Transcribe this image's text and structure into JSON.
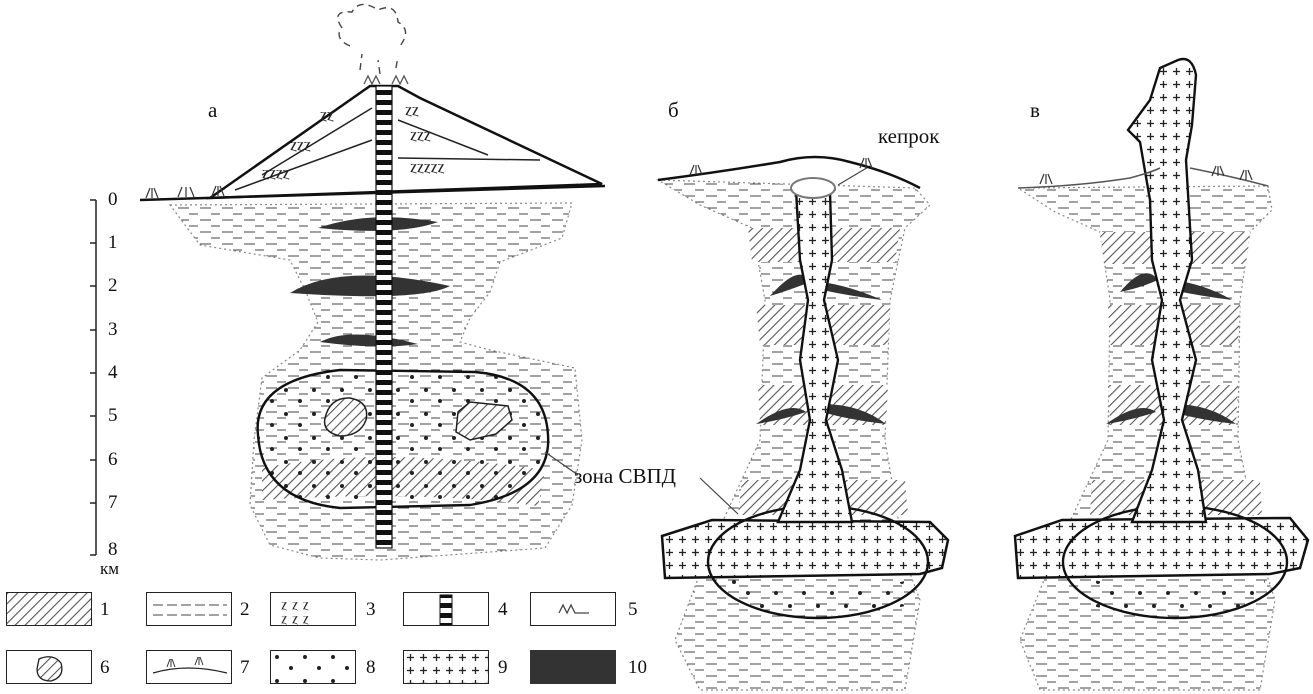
{
  "panels": {
    "a": "а",
    "b": "б",
    "v": "в"
  },
  "annotations": {
    "caprock": "кепрок",
    "zone": "зона СВПД"
  },
  "depth_scale": {
    "ticks": [
      "0",
      "1",
      "2",
      "3",
      "4",
      "5",
      "6",
      "7",
      "8"
    ],
    "unit": "км"
  },
  "legend": [
    {
      "num": "1",
      "pattern": "hatched"
    },
    {
      "num": "2",
      "pattern": "dashed-lines"
    },
    {
      "num": "3",
      "pattern": "wavy"
    },
    {
      "num": "4",
      "pattern": "conduit-bars"
    },
    {
      "num": "5",
      "pattern": "vent-spikes"
    },
    {
      "num": "6",
      "pattern": "hatched-lens"
    },
    {
      "num": "7",
      "pattern": "ground-surface-grass"
    },
    {
      "num": "8",
      "pattern": "dots"
    },
    {
      "num": "9",
      "pattern": "plus-signs"
    },
    {
      "num": "10",
      "pattern": "solid-black"
    }
  ],
  "colors": {
    "ink": "#1a1a1a",
    "fill_dark": "#3a3a3a",
    "hatch": "#6a6a6a"
  }
}
